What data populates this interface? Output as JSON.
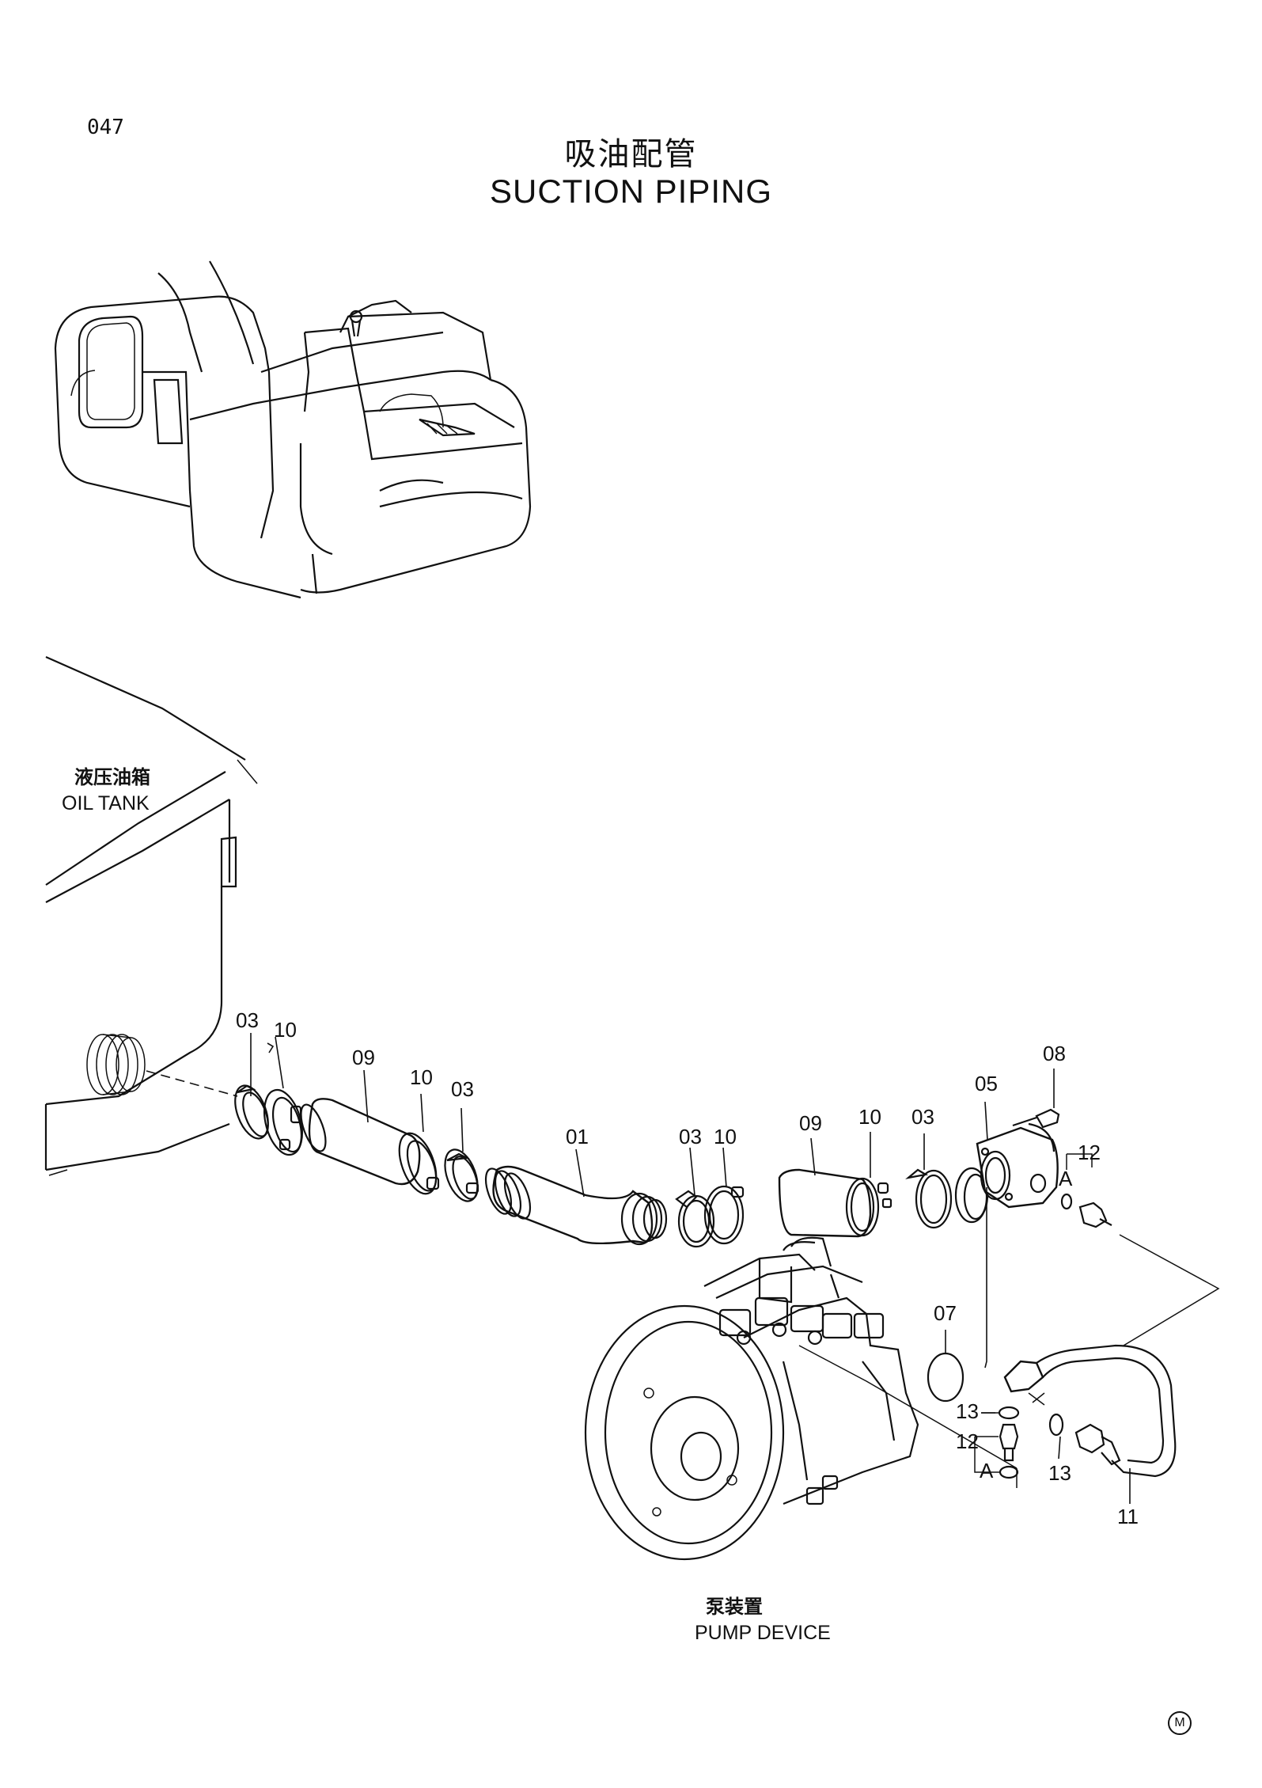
{
  "page_number": "047",
  "title_cn": "吸油配管",
  "title_en": "SUCTION PIPING",
  "labels": {
    "oil_tank_cn": "液压油箱",
    "oil_tank_en": "OIL TANK",
    "pump_cn": "泵装置",
    "pump_en": "PUMP DEVICE"
  },
  "callouts": {
    "c01": "01",
    "c03a": "03",
    "c03b": "03",
    "c03c": "03",
    "c03d": "03",
    "c05": "05",
    "c07": "07",
    "c08": "08",
    "c09a": "09",
    "c09b": "09",
    "c10a": "10",
    "c10b": "10",
    "c10c": "10",
    "c10d": "10",
    "c11": "11",
    "c12a": "12",
    "c12b": "12",
    "c13a": "13",
    "c13b": "13",
    "cAa": "A",
    "cAb": "A"
  },
  "corner_mark": "M"
}
